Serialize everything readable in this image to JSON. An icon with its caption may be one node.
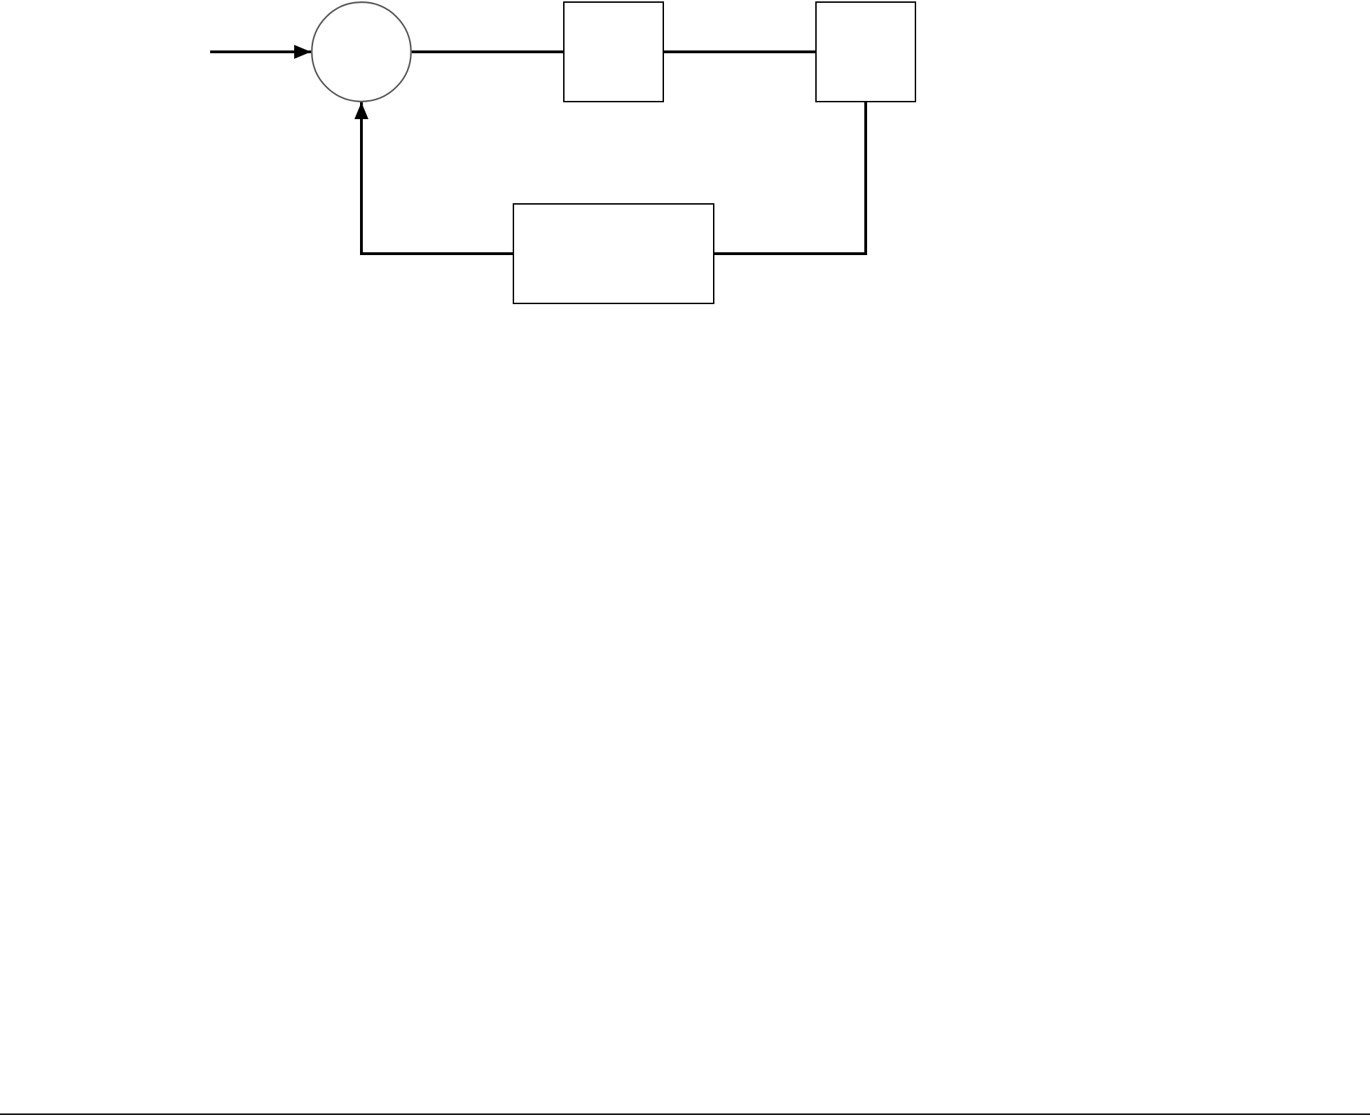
{
  "diagram": {
    "nodes": [
      {
        "text": [],
        "shape": "circle"
      },
      {
        "text": [],
        "shape": "box"
      },
      {
        "text": [],
        "shape": "box"
      },
      {
        "text": [],
        "shape": "box"
      }
    ],
    "edges": [
      {
        "from": null,
        "to": 0,
        "arrow": "to"
      },
      {
        "from": 0,
        "to": 1,
        "arrow": "none"
      },
      {
        "from": 1,
        "to": 2,
        "arrow": "none"
      },
      {
        "from": 2,
        "to": 3,
        "arrow": "none"
      },
      {
        "from": 3,
        "to": 0,
        "arrow": "to"
      }
    ]
  }
}
